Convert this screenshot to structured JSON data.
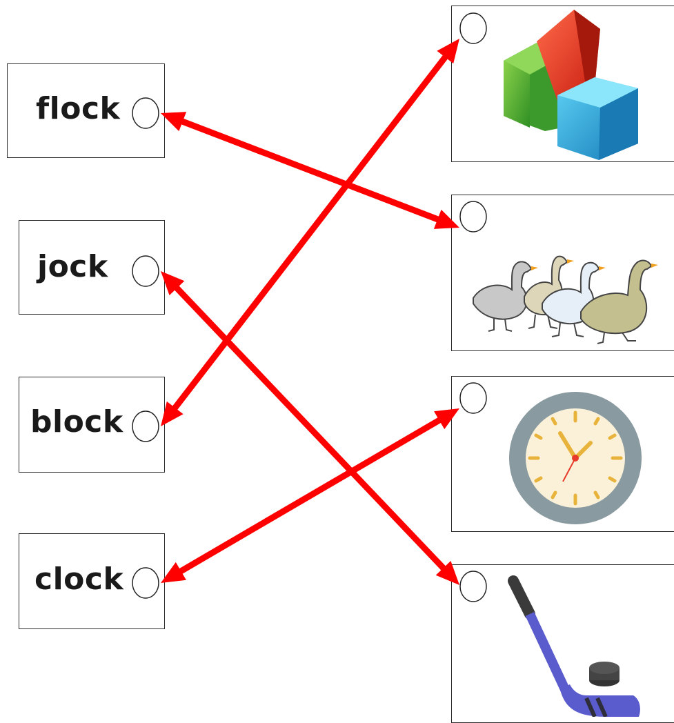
{
  "words": [
    {
      "id": "flock",
      "label": "flock"
    },
    {
      "id": "jock",
      "label": "jock"
    },
    {
      "id": "block",
      "label": "block"
    },
    {
      "id": "clock",
      "label": "clock"
    }
  ],
  "pictures": [
    {
      "id": "blocks",
      "icon": "toy-blocks-icon"
    },
    {
      "id": "geese",
      "icon": "geese-flock-icon"
    },
    {
      "id": "clock",
      "icon": "wall-clock-icon"
    },
    {
      "id": "hockey",
      "icon": "hockey-stick-puck-icon"
    }
  ],
  "matches": [
    {
      "word": "flock",
      "picture": "geese"
    },
    {
      "word": "jock",
      "picture": "hockey"
    },
    {
      "word": "block",
      "picture": "blocks"
    },
    {
      "word": "clock",
      "picture": "clock"
    }
  ],
  "colors": {
    "arrow": "#ff0000",
    "border": "#2a2a2a"
  }
}
